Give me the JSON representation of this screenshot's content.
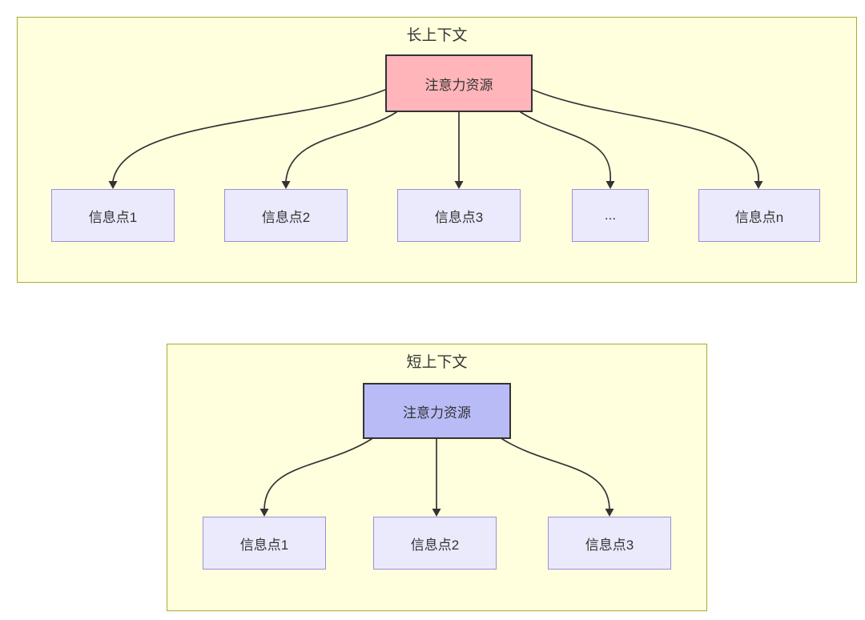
{
  "diagram": {
    "clusters": [
      {
        "title": "长上下文",
        "root_label": "注意力资源",
        "children": [
          "信息点1",
          "信息点2",
          "信息点3",
          "...",
          "信息点n"
        ]
      },
      {
        "title": "短上下文",
        "root_label": "注意力资源",
        "children": [
          "信息点1",
          "信息点2",
          "信息点3"
        ]
      }
    ],
    "colors": {
      "canvas_bg": "#ffffff",
      "cluster_fill": "#ffffde",
      "cluster_border": "#aaaa33",
      "node_fill": "#eaeafc",
      "node_border": "#9e8fd9",
      "root_long_fill": "#ffb5ba",
      "root_short_fill": "#b9bbf7",
      "root_border": "#333333",
      "arrow": "#333333",
      "text": "#333333"
    }
  }
}
